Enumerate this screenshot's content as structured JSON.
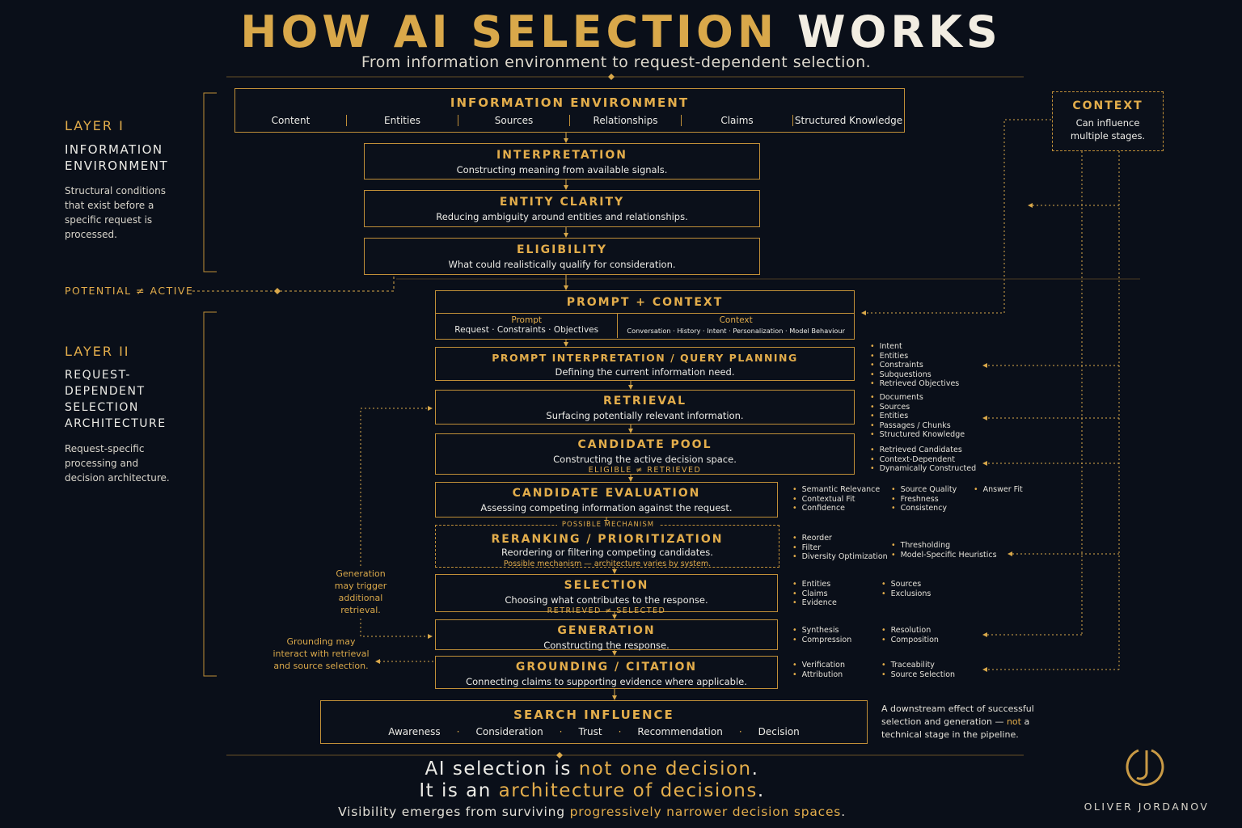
{
  "header": {
    "title_part1": "HOW AI SELECTION",
    "title_part2": "WORKS",
    "subtitle": "From information environment to request-dependent selection."
  },
  "layer1": {
    "label": "LAYER I",
    "name_line1": "INFORMATION",
    "name_line2": "ENVIRONMENT",
    "desc_lines": [
      "Structural conditions",
      "that exist before a",
      "specific request is",
      "processed."
    ]
  },
  "potential_label": "POTENTIAL ≠ ACTIVE",
  "layer2": {
    "label": "LAYER II",
    "name_line1": "REQUEST-DEPENDENT",
    "name_line2": "SELECTION",
    "name_line3": "ARCHITECTURE",
    "desc_lines": [
      "Request-specific",
      "processing and",
      "decision architecture."
    ]
  },
  "info_env": {
    "title": "INFORMATION ENVIRONMENT",
    "items": [
      "Content",
      "Entities",
      "Sources",
      "Relationships",
      "Claims",
      "Structured Knowledge"
    ]
  },
  "interpretation": {
    "title": "INTERPRETATION",
    "desc": "Constructing meaning from available signals."
  },
  "entity_clarity": {
    "title": "ENTITY CLARITY",
    "desc": "Reducing ambiguity around entities and relationships."
  },
  "eligibility": {
    "title": "ELIGIBILITY",
    "desc": "What could realistically qualify for consideration."
  },
  "prompt_context": {
    "title": "PROMPT + CONTEXT",
    "prompt_head": "Prompt",
    "prompt_items": "Request · Constraints · Objectives",
    "context_head": "Context",
    "context_items": "Conversation · History · Intent · Personalization · Model Behaviour"
  },
  "query_planning": {
    "title": "PROMPT INTERPRETATION / QUERY PLANNING",
    "desc": "Defining the current information need.",
    "side": [
      "Intent",
      "Entities",
      "Constraints",
      "Subquestions",
      "Retrieved Objectives"
    ]
  },
  "retrieval": {
    "title": "RETRIEVAL",
    "desc": "Surfacing potentially relevant information.",
    "side": [
      "Documents",
      "Sources",
      "Entities",
      "Passages / Chunks",
      "Structured Knowledge"
    ]
  },
  "candidate_pool": {
    "title": "CANDIDATE POOL",
    "desc": "Constructing the active decision space.",
    "tag": "ELIGIBLE ≠ RETRIEVED",
    "side": [
      "Retrieved Candidates",
      "Context-Dependent",
      "Dynamically Constructed"
    ]
  },
  "candidate_evaluation": {
    "title": "CANDIDATE EVALUATION",
    "desc": "Assessing competing information against the request.",
    "side_col1": [
      "Semantic Relevance",
      "Contextual Fit",
      "Confidence"
    ],
    "side_col2": [
      "Source Quality",
      "Freshness",
      "Consistency"
    ],
    "side_col3": [
      "Answer Fit"
    ]
  },
  "reranking": {
    "top_tag": "POSSIBLE MECHANISM",
    "title": "RERANKING / PRIORITIZATION",
    "desc": "Reordering or filtering competing candidates.",
    "note": "Possible mechanism — architecture varies by system.",
    "side_col1": [
      "Reorder",
      "Filter",
      "Diversity Optimization"
    ],
    "side_col2": [
      "Thresholding",
      "Model-Specific Heuristics"
    ]
  },
  "selection": {
    "title": "SELECTION",
    "desc": "Choosing what contributes to the response.",
    "tag": "RETRIEVED ≠ SELECTED",
    "side_col1": [
      "Entities",
      "Claims",
      "Evidence"
    ],
    "side_col2": [
      "Sources",
      "Exclusions"
    ]
  },
  "generation": {
    "title": "GENERATION",
    "desc": "Constructing the response.",
    "side_col1": [
      "Synthesis",
      "Compression"
    ],
    "side_col2": [
      "Resolution",
      "Composition"
    ]
  },
  "grounding": {
    "title": "GROUNDING / CITATION",
    "desc": "Connecting claims to supporting evidence where applicable.",
    "side_col1": [
      "Verification",
      "Attribution"
    ],
    "side_col2": [
      "Traceability",
      "Source Selection"
    ]
  },
  "context_box": {
    "title": "CONTEXT",
    "desc_line1": "Can influence",
    "desc_line2": "multiple stages."
  },
  "notes": {
    "generation_lines": [
      "Generation",
      "may trigger",
      "additional",
      "retrieval."
    ],
    "grounding_lines": [
      "Grounding may",
      "interact with retrieval",
      "and source selection."
    ]
  },
  "search_influence": {
    "title": "SEARCH INFLUENCE",
    "items": [
      "Awareness",
      "Consideration",
      "Trust",
      "Recommendation",
      "Decision"
    ],
    "side_part1": "A downstream effect of successful selection and generation —",
    "side_highlight": "not",
    "side_part2": "a technical stage in the pipeline."
  },
  "closing": {
    "l1_a": "AI selection is ",
    "l1_b": "not one decision",
    "l1_c": ".",
    "l2_a": "It is an ",
    "l2_b": "architecture of decisions",
    "l2_c": ".",
    "l3_a": "Visibility emerges from surviving ",
    "l3_b": "progressively narrower decision spaces",
    "l3_c": "."
  },
  "brand": {
    "name": "OLIVER JORDANOV"
  },
  "colors": {
    "accent": "#d9a84a",
    "background": "#0a0f19",
    "text": "#ecebe6"
  }
}
